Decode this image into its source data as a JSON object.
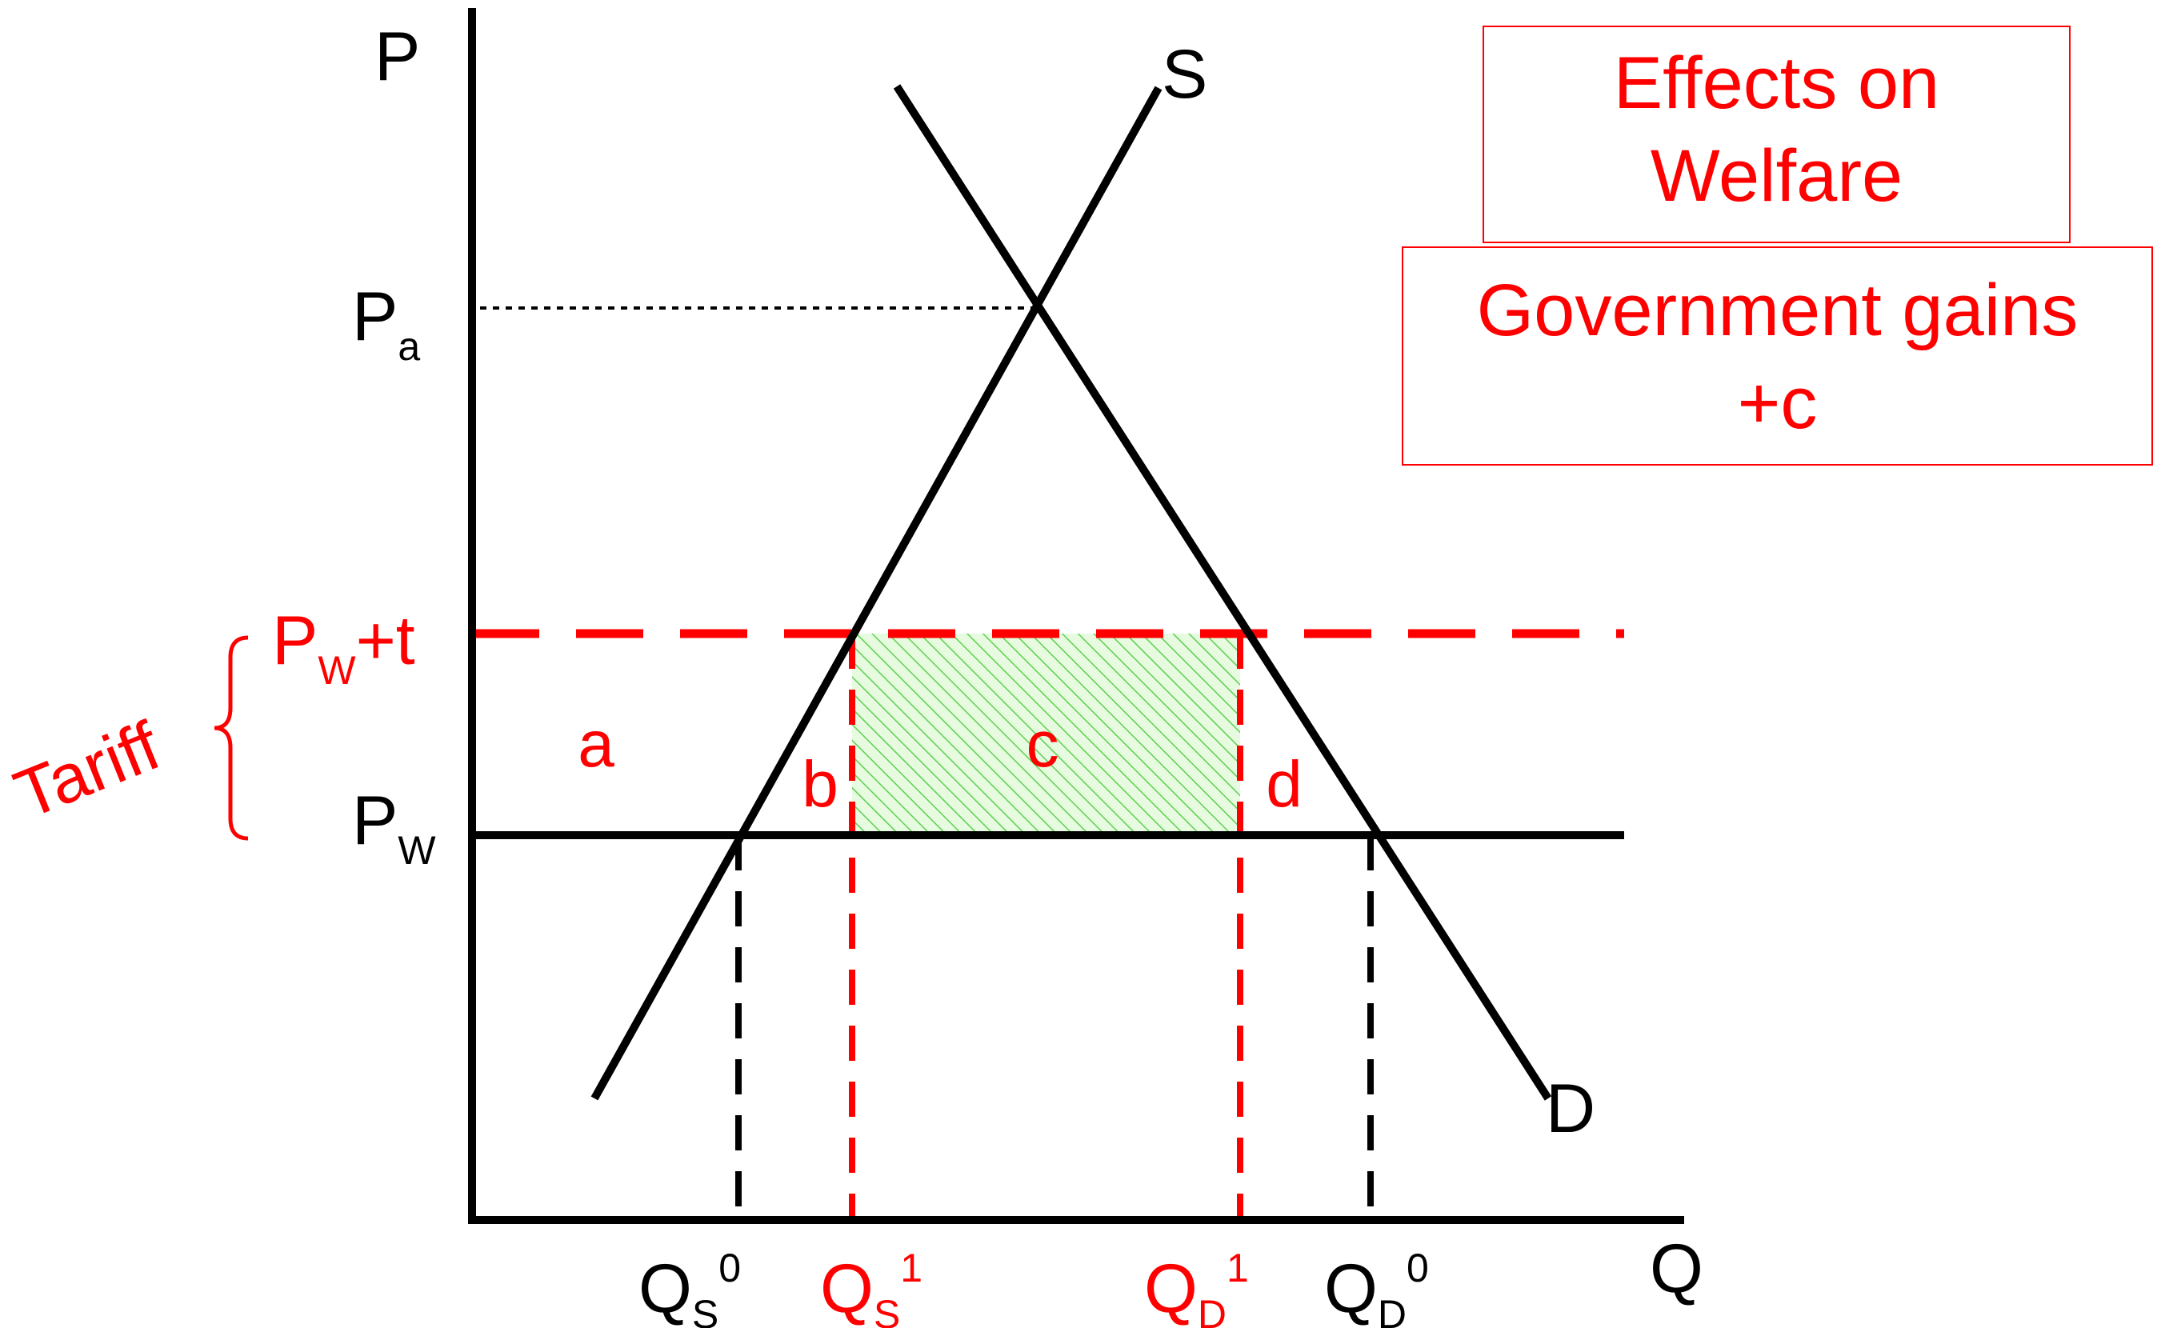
{
  "colors": {
    "black": "#000000",
    "red": "#ff0000",
    "hatch": "#5fcf4f",
    "hatch_bg": "#e6fbe0"
  },
  "axes": {
    "y_label": "P",
    "x_label": "Q"
  },
  "curves": {
    "supply_label": "S",
    "demand_label": "D"
  },
  "prices": {
    "autarky": {
      "main": "P",
      "sub": "a"
    },
    "world": {
      "main": "P",
      "sub": "W"
    },
    "tariff_price": {
      "main": "P",
      "sub": "W",
      "suffix": "+t"
    }
  },
  "tariff_label": "Tariff",
  "quantities": {
    "qs0": {
      "main": "Q",
      "sub": "S",
      "sup": "0"
    },
    "qs1": {
      "main": "Q",
      "sub": "S",
      "sup": "1"
    },
    "qd1": {
      "main": "Q",
      "sub": "D",
      "sup": "1"
    },
    "qd0": {
      "main": "Q",
      "sub": "D",
      "sup": "0"
    }
  },
  "areas": {
    "a": "a",
    "b": "b",
    "c": "c",
    "d": "d"
  },
  "title_box": {
    "line1": "Effects on",
    "line2": "Welfare"
  },
  "result_box": {
    "line1": "Government gains",
    "line2": "+c"
  }
}
